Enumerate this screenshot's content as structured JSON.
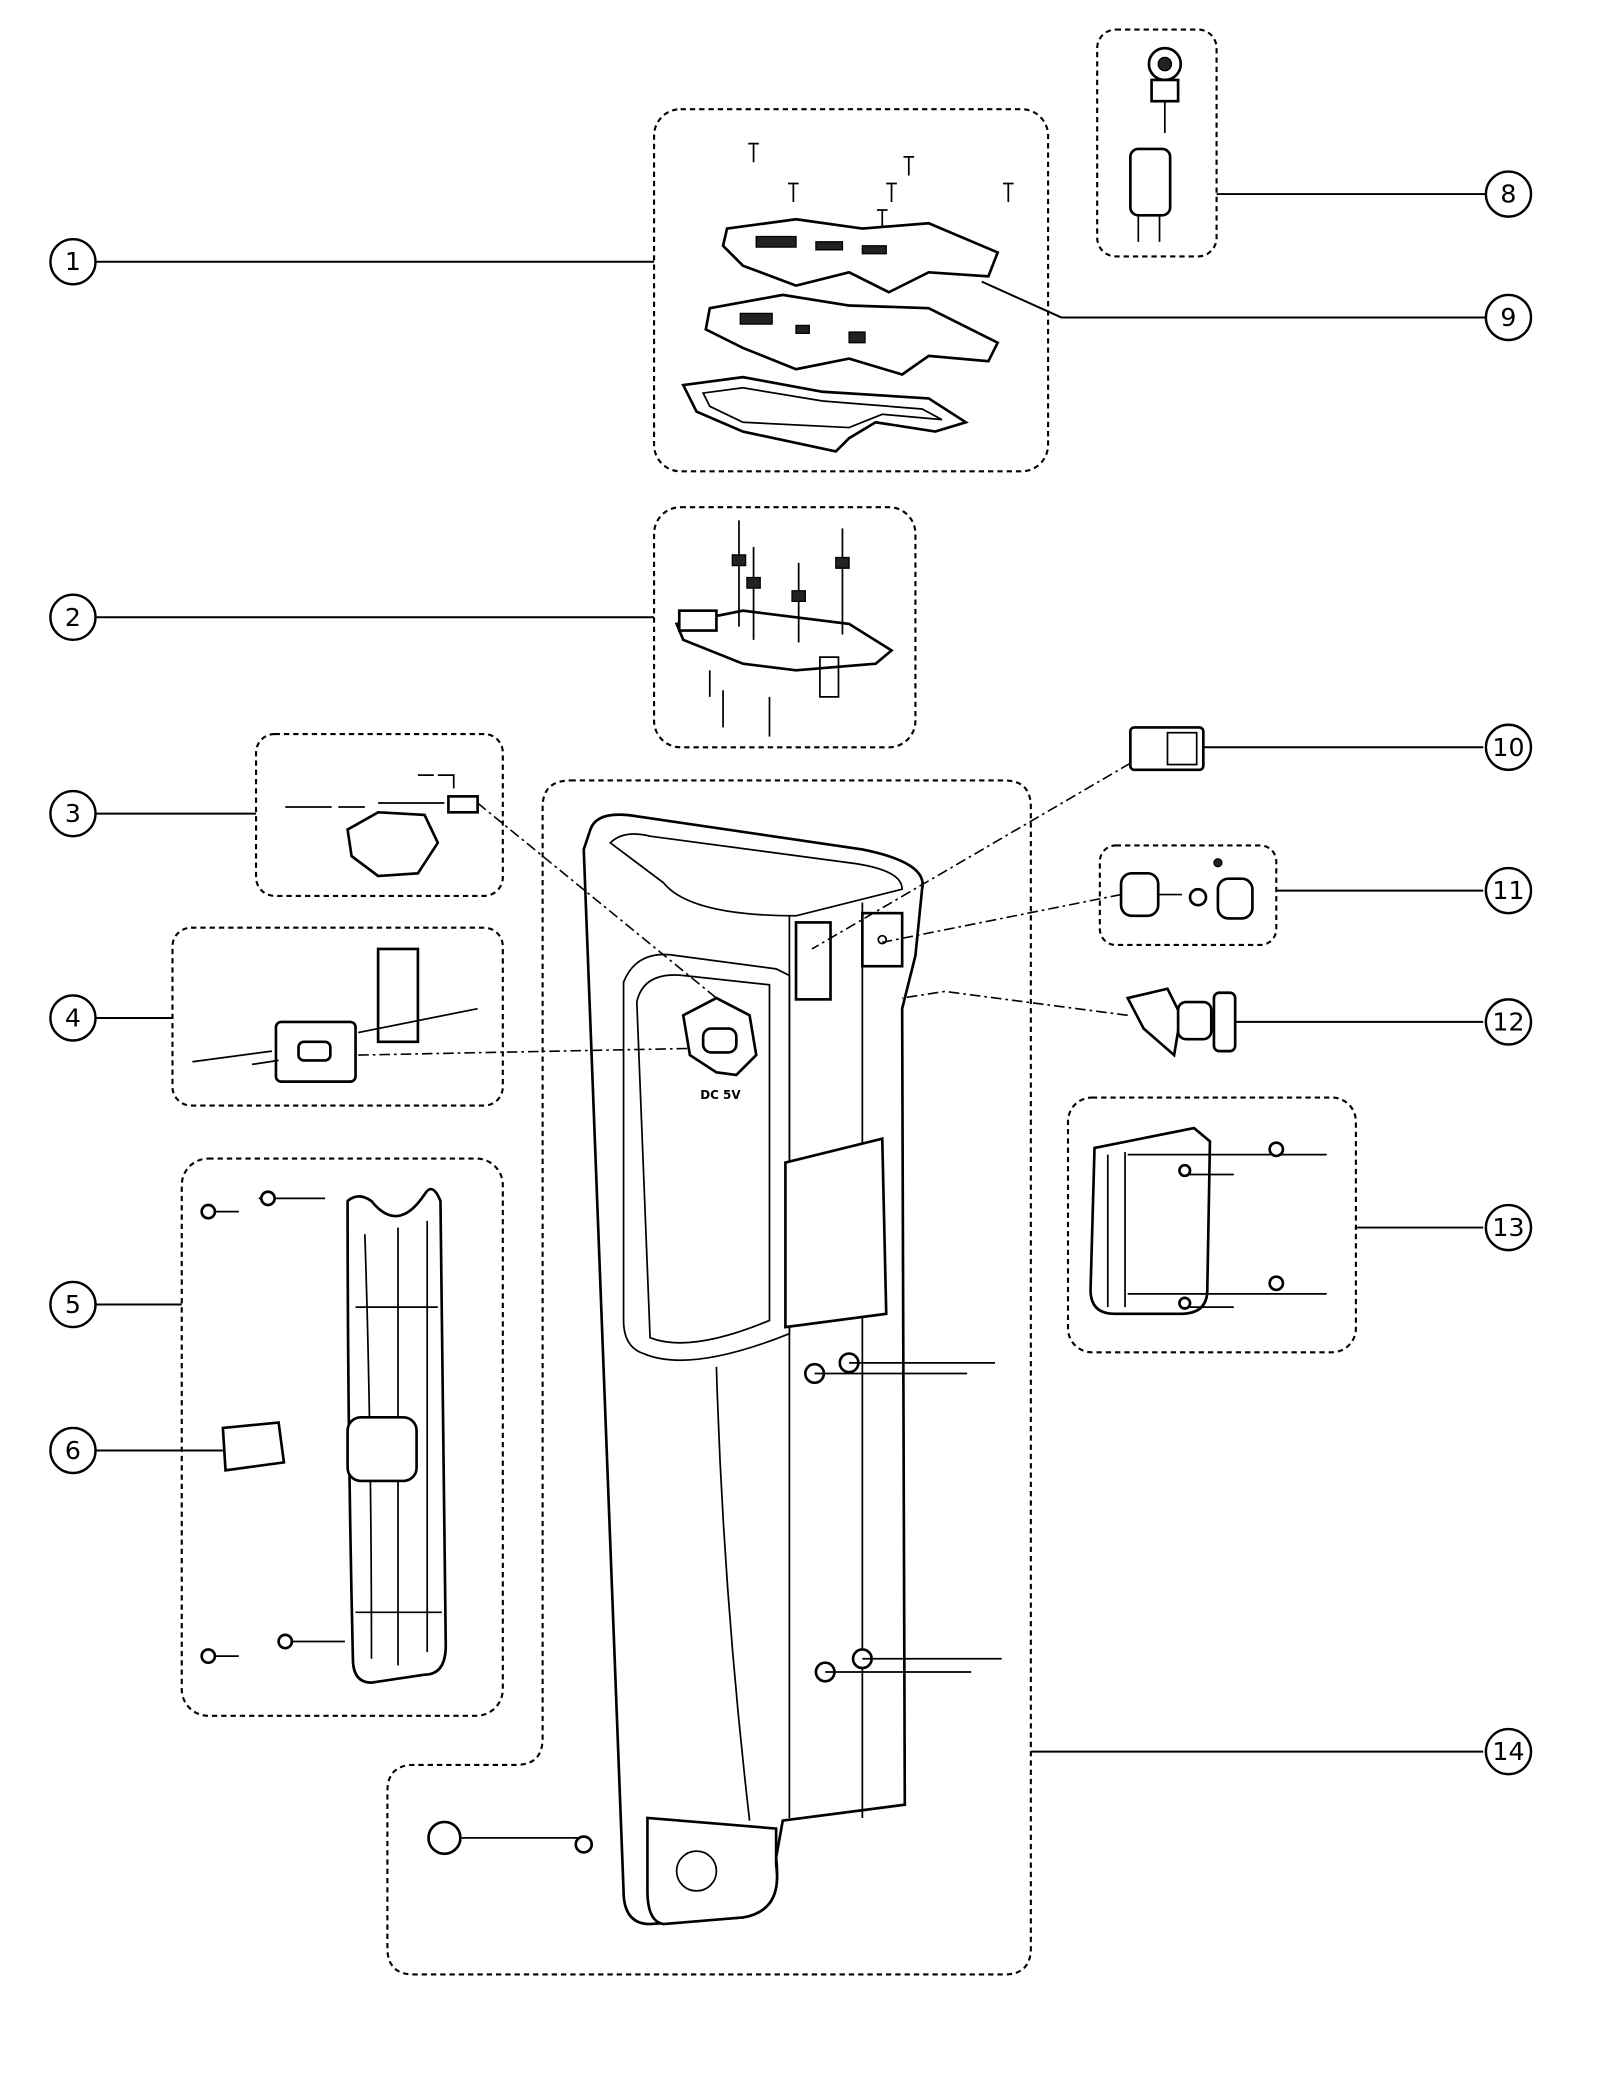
{
  "diagram": {
    "callouts": [
      {
        "id": "1",
        "label": "1"
      },
      {
        "id": "2",
        "label": "2"
      },
      {
        "id": "3",
        "label": "3"
      },
      {
        "id": "4",
        "label": "4"
      },
      {
        "id": "5",
        "label": "5"
      },
      {
        "id": "6",
        "label": "6"
      },
      {
        "id": "8",
        "label": "8"
      },
      {
        "id": "9",
        "label": "9"
      },
      {
        "id": "10",
        "label": "10"
      },
      {
        "id": "11",
        "label": "11"
      },
      {
        "id": "12",
        "label": "12"
      },
      {
        "id": "13",
        "label": "13"
      },
      {
        "id": "14",
        "label": "14"
      }
    ],
    "port_marking": "DC 5V"
  }
}
